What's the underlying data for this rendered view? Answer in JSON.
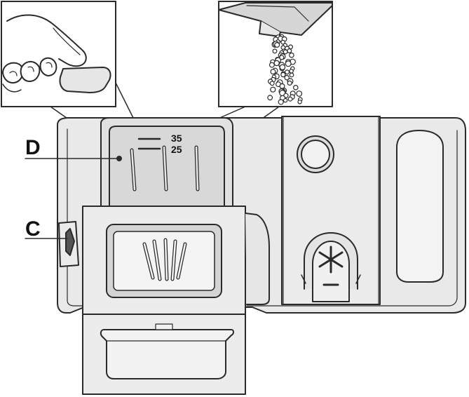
{
  "callouts": {
    "d": "D",
    "c": "C"
  },
  "dosage_marks": {
    "upper": "35",
    "lower": "25"
  },
  "colors": {
    "line": "#2a2a2a",
    "dispenser_fill": "#e9e9e9",
    "recess_fill": "#dcdcdc",
    "window_fill": "#f4f4f4",
    "background": "#ffffff"
  }
}
